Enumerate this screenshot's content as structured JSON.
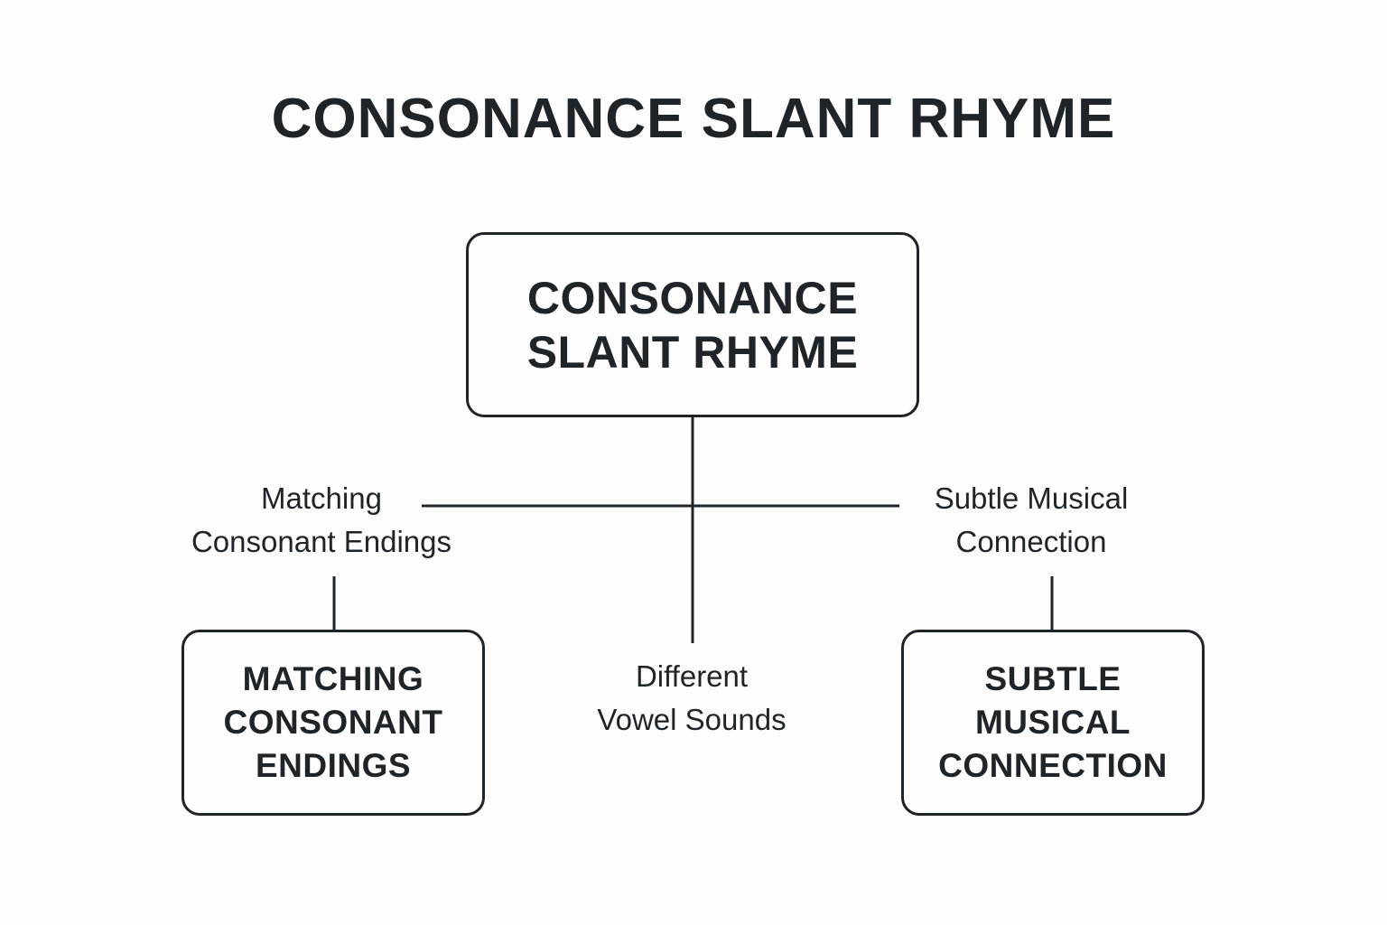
{
  "title": "CONSONANCE SLANT RHYME",
  "center_node": {
    "lines": [
      "CONSONANCE",
      "SLANT RHYME"
    ]
  },
  "branches": {
    "left": {
      "label_lines": [
        "Matching",
        "Consonant Endings"
      ],
      "box_lines": [
        "MATCHING",
        "CONSONANT",
        "ENDINGS"
      ]
    },
    "center": {
      "label_lines": [
        "Different",
        "Vowel Sounds"
      ]
    },
    "right": {
      "label_lines": [
        "Subtle Musical",
        "Connection"
      ],
      "box_lines": [
        "SUBTLE",
        "MUSICAL",
        "CONNECTION"
      ]
    }
  },
  "colors": {
    "stroke": "#1f2429",
    "text": "#1f2429",
    "background": "#fdfdfd"
  }
}
